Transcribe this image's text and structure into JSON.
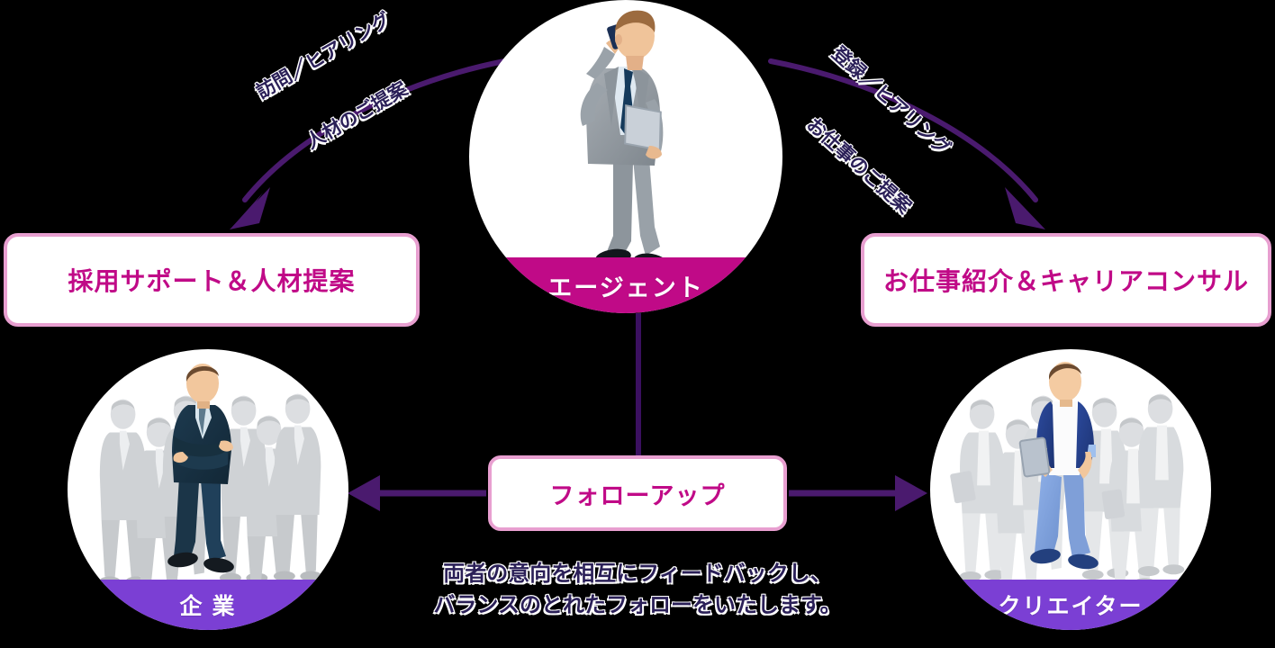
{
  "diagram": {
    "nodes": {
      "agent": {
        "label": "エージェント",
        "art": "businessman-on-phone-icon",
        "band_color": "#c00a87"
      },
      "company": {
        "label": "企 業",
        "art": "business-people-group-icon",
        "band_color": "#7b3fd4"
      },
      "creator": {
        "label": "クリエイター",
        "art": "creators-group-icon",
        "band_color": "#7b3fd4"
      }
    },
    "boxes": {
      "left": {
        "label": "採用サポート＆人材提案",
        "text_color": "#c00a87",
        "border_color": "#e89fd0"
      },
      "right": {
        "label": "お仕事紹介＆キャリアコンサル",
        "text_color": "#c00a87",
        "border_color": "#e89fd0"
      },
      "follow": {
        "label": "フォローアップ",
        "text_color": "#c00a87",
        "border_color": "#e89fd0"
      }
    },
    "arc_labels": {
      "left_top": "訪問／ヒアリング",
      "left_bottom": "人材のご提案",
      "right_top": "登録／ヒアリング",
      "right_bottom": "お仕事のご提案"
    },
    "caption": {
      "line1": "両者の意向を相互にフィードバックし、",
      "line2": "バランスのとれたフォローをいたします。"
    },
    "colors": {
      "magenta": "#c00a87",
      "purple": "#7b3fd4",
      "arrow_purple": "#4a1a6e",
      "pink_border": "#e89fd0",
      "text_navy": "#2b2058",
      "background": "#000000"
    }
  }
}
